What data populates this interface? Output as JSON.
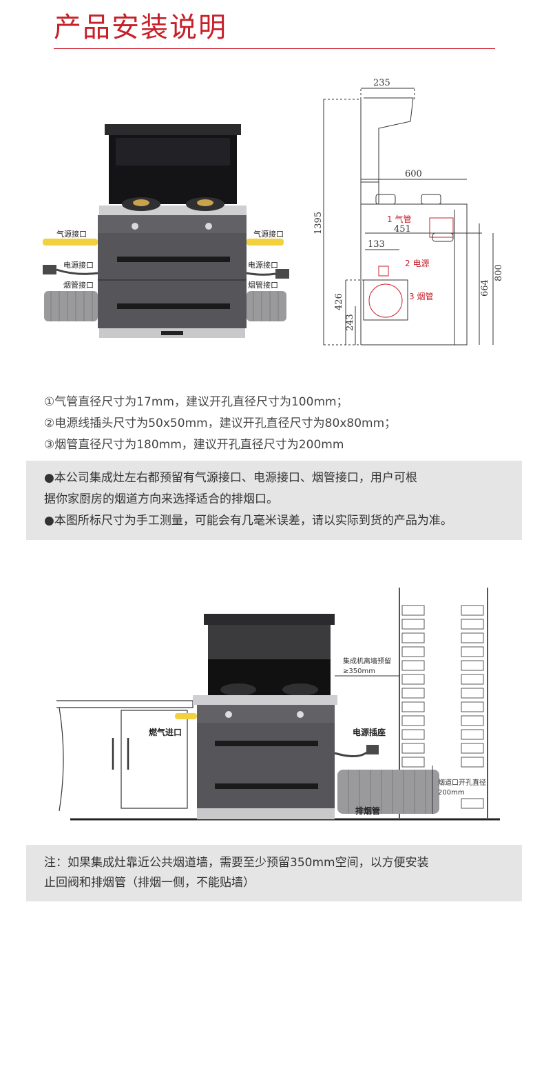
{
  "header": {
    "title": "产品安装说明"
  },
  "figure1": {
    "labels": {
      "gas_left": "气源接口",
      "power_left": "电源接口",
      "smoke_left": "烟管接口",
      "gas_right": "气源接口",
      "power_right": "电源接口",
      "smoke_right": "烟管接口"
    },
    "dimensions": {
      "d235": "235",
      "d600": "600",
      "d1395": "1395",
      "d451": "451",
      "d133": "133",
      "d800": "800",
      "d664": "664",
      "d426": "426",
      "d243": "243"
    },
    "callouts": {
      "gas": "1 气管",
      "power": "2 电源",
      "smoke": "3 烟管"
    }
  },
  "specs": [
    "①气管直径尺寸为17mm，建议开孔直径尺寸为100mm；",
    "②电源线插头尺寸为50x50mm，建议开孔直径尺寸为80x80mm；",
    "③烟管直径尺寸为180mm，建议开孔直径尺寸为200mm"
  ],
  "notice1": [
    "●本公司集成灶左右都预留有气源接口、电源接口、烟管接口，用户可根",
    "据你家厨房的烟道方向来选择适合的排烟口。",
    "●本图所标尺寸为手工测量，可能会有几毫米误差，请以实际到货的产品为准。"
  ],
  "figure2": {
    "labels": {
      "gap_note": "集成机离墙预留",
      "gap_value": "≥350mm",
      "gas_inlet": "燃气进口",
      "socket": "电源插座",
      "flue_note": "烟道口开孔直径",
      "flue_value": "200mm",
      "exhaust": "排烟管"
    }
  },
  "notice2": [
    "注：如果集成灶靠近公共烟道墙，需要至少预留350mm空间，以方便安装",
    "止回阀和排烟管（排烟一侧，不能贴墙）"
  ],
  "colors": {
    "accent": "#c8202a",
    "gas_pipe": "#f3d03e",
    "body": "#5a5a5e",
    "panel": "#e5e5e5"
  }
}
